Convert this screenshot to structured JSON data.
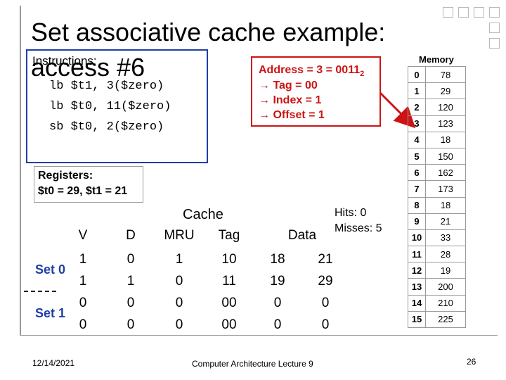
{
  "slide": {
    "title": "Set associative cache example:",
    "subtitle": "access #6",
    "date": "12/14/2021",
    "footer": "Computer Architecture Lecture 9",
    "page_number": "26"
  },
  "instructions": {
    "label": "Instructions:",
    "lines": [
      "lb $t1, 3($zero)",
      "lb $t0, 11($zero)",
      "sb $t0, 2($zero)"
    ]
  },
  "address": {
    "line1_prefix": "Address = 3 = 0011",
    "line1_base": "2",
    "tag": "→ Tag = 00",
    "index": "→ Index = 1",
    "offset": "→ Offset = 1"
  },
  "registers": {
    "label": "Registers:",
    "values": "$t0 = 29, $t1 = 21"
  },
  "cache": {
    "title": "Cache",
    "hits": "Hits:  0",
    "misses": "Misses: 5",
    "headers": {
      "v": "V",
      "d": "D",
      "mru": "MRU",
      "tag": "Tag",
      "data": "Data"
    },
    "sets": [
      {
        "label": "Set 0"
      },
      {
        "label": "Set 1"
      }
    ],
    "rows": [
      {
        "v": "1",
        "d": "0",
        "mru": "1",
        "tag": "10",
        "data0": "18",
        "data1": "21"
      },
      {
        "v": "1",
        "d": "1",
        "mru": "0",
        "tag": "11",
        "data0": "19",
        "data1": "29"
      },
      {
        "v": "0",
        "d": "0",
        "mru": "0",
        "tag": "00",
        "data0": "0",
        "data1": "0"
      },
      {
        "v": "0",
        "d": "0",
        "mru": "0",
        "tag": "00",
        "data0": "0",
        "data1": "0"
      }
    ]
  },
  "memory": {
    "title": "Memory",
    "rows": [
      {
        "addr": "0",
        "val": "78"
      },
      {
        "addr": "1",
        "val": "29"
      },
      {
        "addr": "2",
        "val": "120"
      },
      {
        "addr": "3",
        "val": "123"
      },
      {
        "addr": "4",
        "val": "18"
      },
      {
        "addr": "5",
        "val": "150"
      },
      {
        "addr": "6",
        "val": "162"
      },
      {
        "addr": "7",
        "val": "173"
      },
      {
        "addr": "8",
        "val": "18"
      },
      {
        "addr": "9",
        "val": "21"
      },
      {
        "addr": "10",
        "val": "33"
      },
      {
        "addr": "11",
        "val": "28"
      },
      {
        "addr": "12",
        "val": "19"
      },
      {
        "addr": "13",
        "val": "200"
      },
      {
        "addr": "14",
        "val": "210"
      },
      {
        "addr": "15",
        "val": "225"
      }
    ]
  },
  "colors": {
    "accent_blue": "#1f3fa6",
    "highlight_red": "#cc1414"
  }
}
